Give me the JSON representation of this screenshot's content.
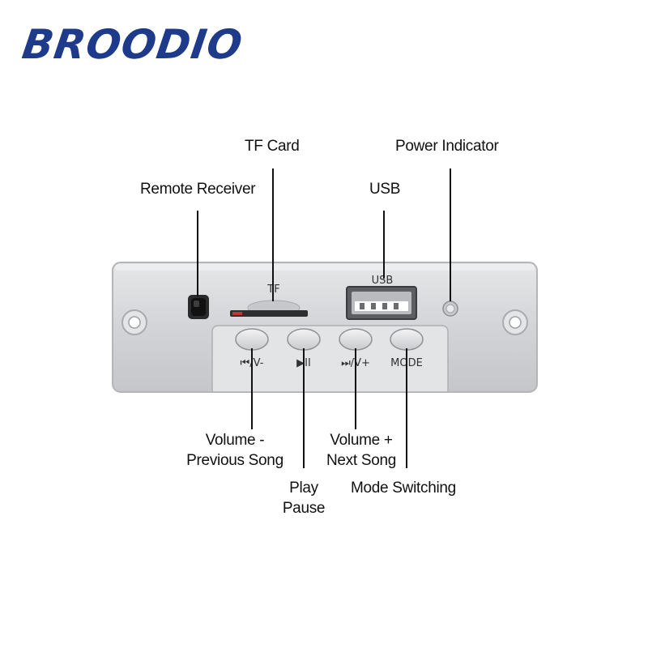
{
  "brand": {
    "logo_text": "BROODIO"
  },
  "callouts": {
    "tf_card": "TF Card",
    "power_indicator": "Power Indicator",
    "remote_receiver": "Remote Receiver",
    "usb": "USB",
    "volume_minus": [
      "Volume -",
      "Previous Song"
    ],
    "play_pause": [
      "Play",
      "Pause"
    ],
    "volume_plus": [
      "Volume +",
      "Next Song"
    ],
    "mode_switching": "Mode Switching"
  },
  "panel": {
    "usb_marking": "USB",
    "tf_marking": "TF",
    "buttons": [
      {
        "id": "prev",
        "marking": "⏮/V-"
      },
      {
        "id": "play",
        "marking": "▶II"
      },
      {
        "id": "next",
        "marking": "⏭/V+"
      },
      {
        "id": "mode",
        "marking": "MODE"
      }
    ],
    "colors": {
      "panel": "#d9dadc",
      "panel_edge": "#b9bbbf",
      "usb_port": "#4a4c50"
    }
  }
}
